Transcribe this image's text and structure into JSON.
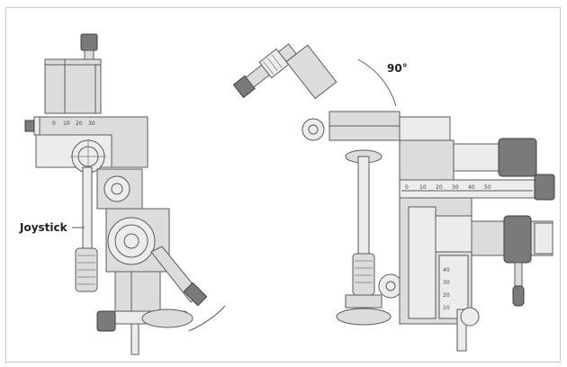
{
  "labels": {
    "joystick": "Joystick",
    "angle": "90°"
  },
  "scale_ticks": {
    "left_top": [
      "0",
      "10",
      "20",
      "30"
    ],
    "right_horizontal": [
      "0",
      "10",
      "20",
      "30",
      "40",
      "50"
    ],
    "right_vertical": [
      "40",
      "30",
      "20",
      "10"
    ]
  },
  "colors": {
    "metal": "#dcdcdc",
    "dark_knurl": "#7a7a7a",
    "outline": "#5a5a5a"
  }
}
